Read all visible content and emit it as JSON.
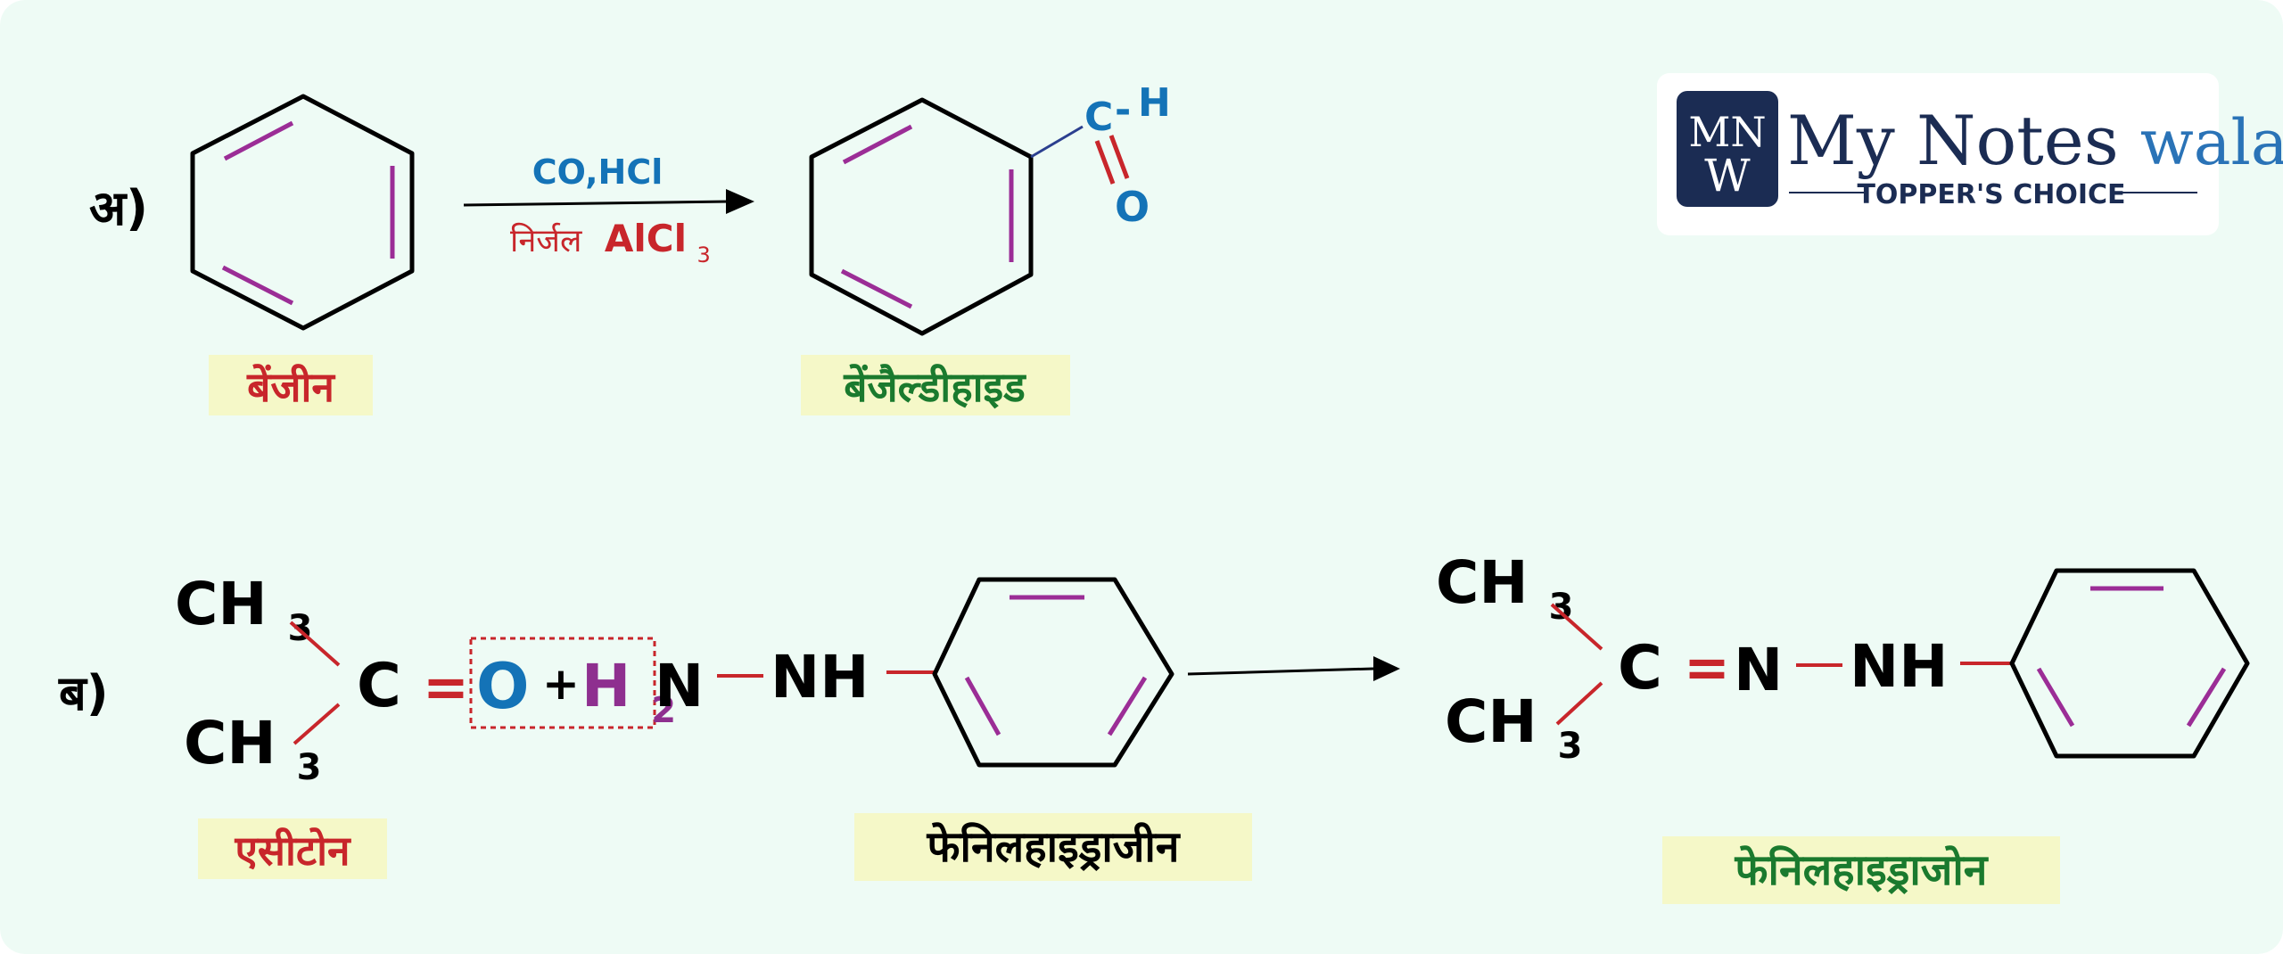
{
  "colors": {
    "background": "#eefbf5",
    "bond": "#000000",
    "double_bond": "#9b2d96",
    "red": "#c8262b",
    "blue": "#1473b7",
    "purple": "#8e2f8f",
    "green": "#1a7a2e",
    "label_bg": "#f5f8c8",
    "logo_navy": "#1b2c53",
    "logo_blue": "#2a73b7"
  },
  "reaction_a": {
    "marker": "अ)",
    "reagent_top": "CO,HCl",
    "reagent_bottom_prefix": "निर्जल",
    "reagent_bottom_main": "AlCl",
    "reagent_bottom_sub": "3",
    "aldehyde_c": "C",
    "aldehyde_dash": "-",
    "aldehyde_h": "H",
    "aldehyde_o": "O",
    "reactant_label": "बेंजीन",
    "product_label": "बेंजैल्डीहाइड"
  },
  "reaction_b": {
    "marker": "ब)",
    "ch3_main": "CH",
    "ch3_sub": "3",
    "carbon": "C",
    "eq_sign": "=",
    "oxygen": "O",
    "plus": "+",
    "h2_main": "H",
    "h2_sub": "2",
    "nitrogen": "N",
    "nh": "NH",
    "acetone_label": "एसीटोन",
    "hydrazine_label": "फेनिलहाइड्राजीन",
    "product_label": "फेनिलहाइड्राजोन"
  },
  "logo": {
    "monogram_top": "MN",
    "monogram_bottom": "W",
    "brand_part1": "My",
    "brand_part2": "Notes",
    "brand_part3": "wala",
    "tagline": "TOPPER'S CHOICE"
  }
}
